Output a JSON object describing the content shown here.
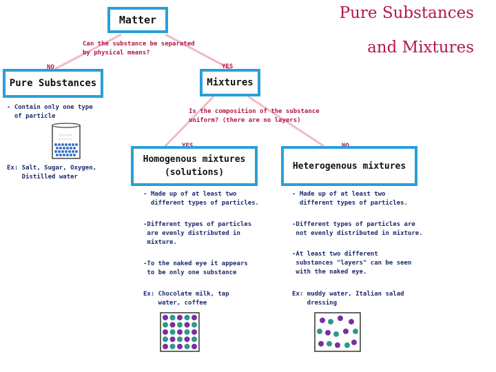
{
  "title": [
    "Pure Substances",
    "and Mixtures"
  ],
  "diagram": {
    "root": "Matter",
    "question1": [
      "Can the substance be separated",
      "by physical means?"
    ],
    "no1": "NO",
    "yes1": "YES",
    "pure": {
      "label": "Pure Substances",
      "notes": "- Contain only one type\n  of particle",
      "example": "Ex: Salt, Sugar, Oxygen,\n    Distilled water"
    },
    "mixtures": "Mixtures",
    "question2": [
      "Is the composition of the substance",
      "uniform? (there are no layers)"
    ],
    "yes2": "YES",
    "no2": "NO",
    "homogenous": {
      "label": [
        "Homogenous mixtures",
        "(solutions)"
      ],
      "note1": "- Made up of at least two\n  different types of particles.",
      "note2": "-Different types of particles\n are evenly distributed in\n mixture.",
      "note3": "-To the naked eye it appears\n to be only one substance",
      "example": "Ex: Chocolate milk, tap\n    water, coffee"
    },
    "heterogenous": {
      "label": "Heterogenous mixtures",
      "note1": "- Made up of at least two\n  different types of particles.",
      "note2": "-Different types of particles are\n not evenly distributed in mixture.",
      "note3": "-At least two different\n substances \"layers\" can be seen\n with the naked eye.",
      "example": "Ex: muddy water, Italian salad\n    dressing"
    }
  },
  "colors": {
    "box_border": "#2a9fd8",
    "question_text": "#b0184a",
    "note_text": "#1b2a6b",
    "connector": "#f2b8c8",
    "title": "#b0184a"
  }
}
